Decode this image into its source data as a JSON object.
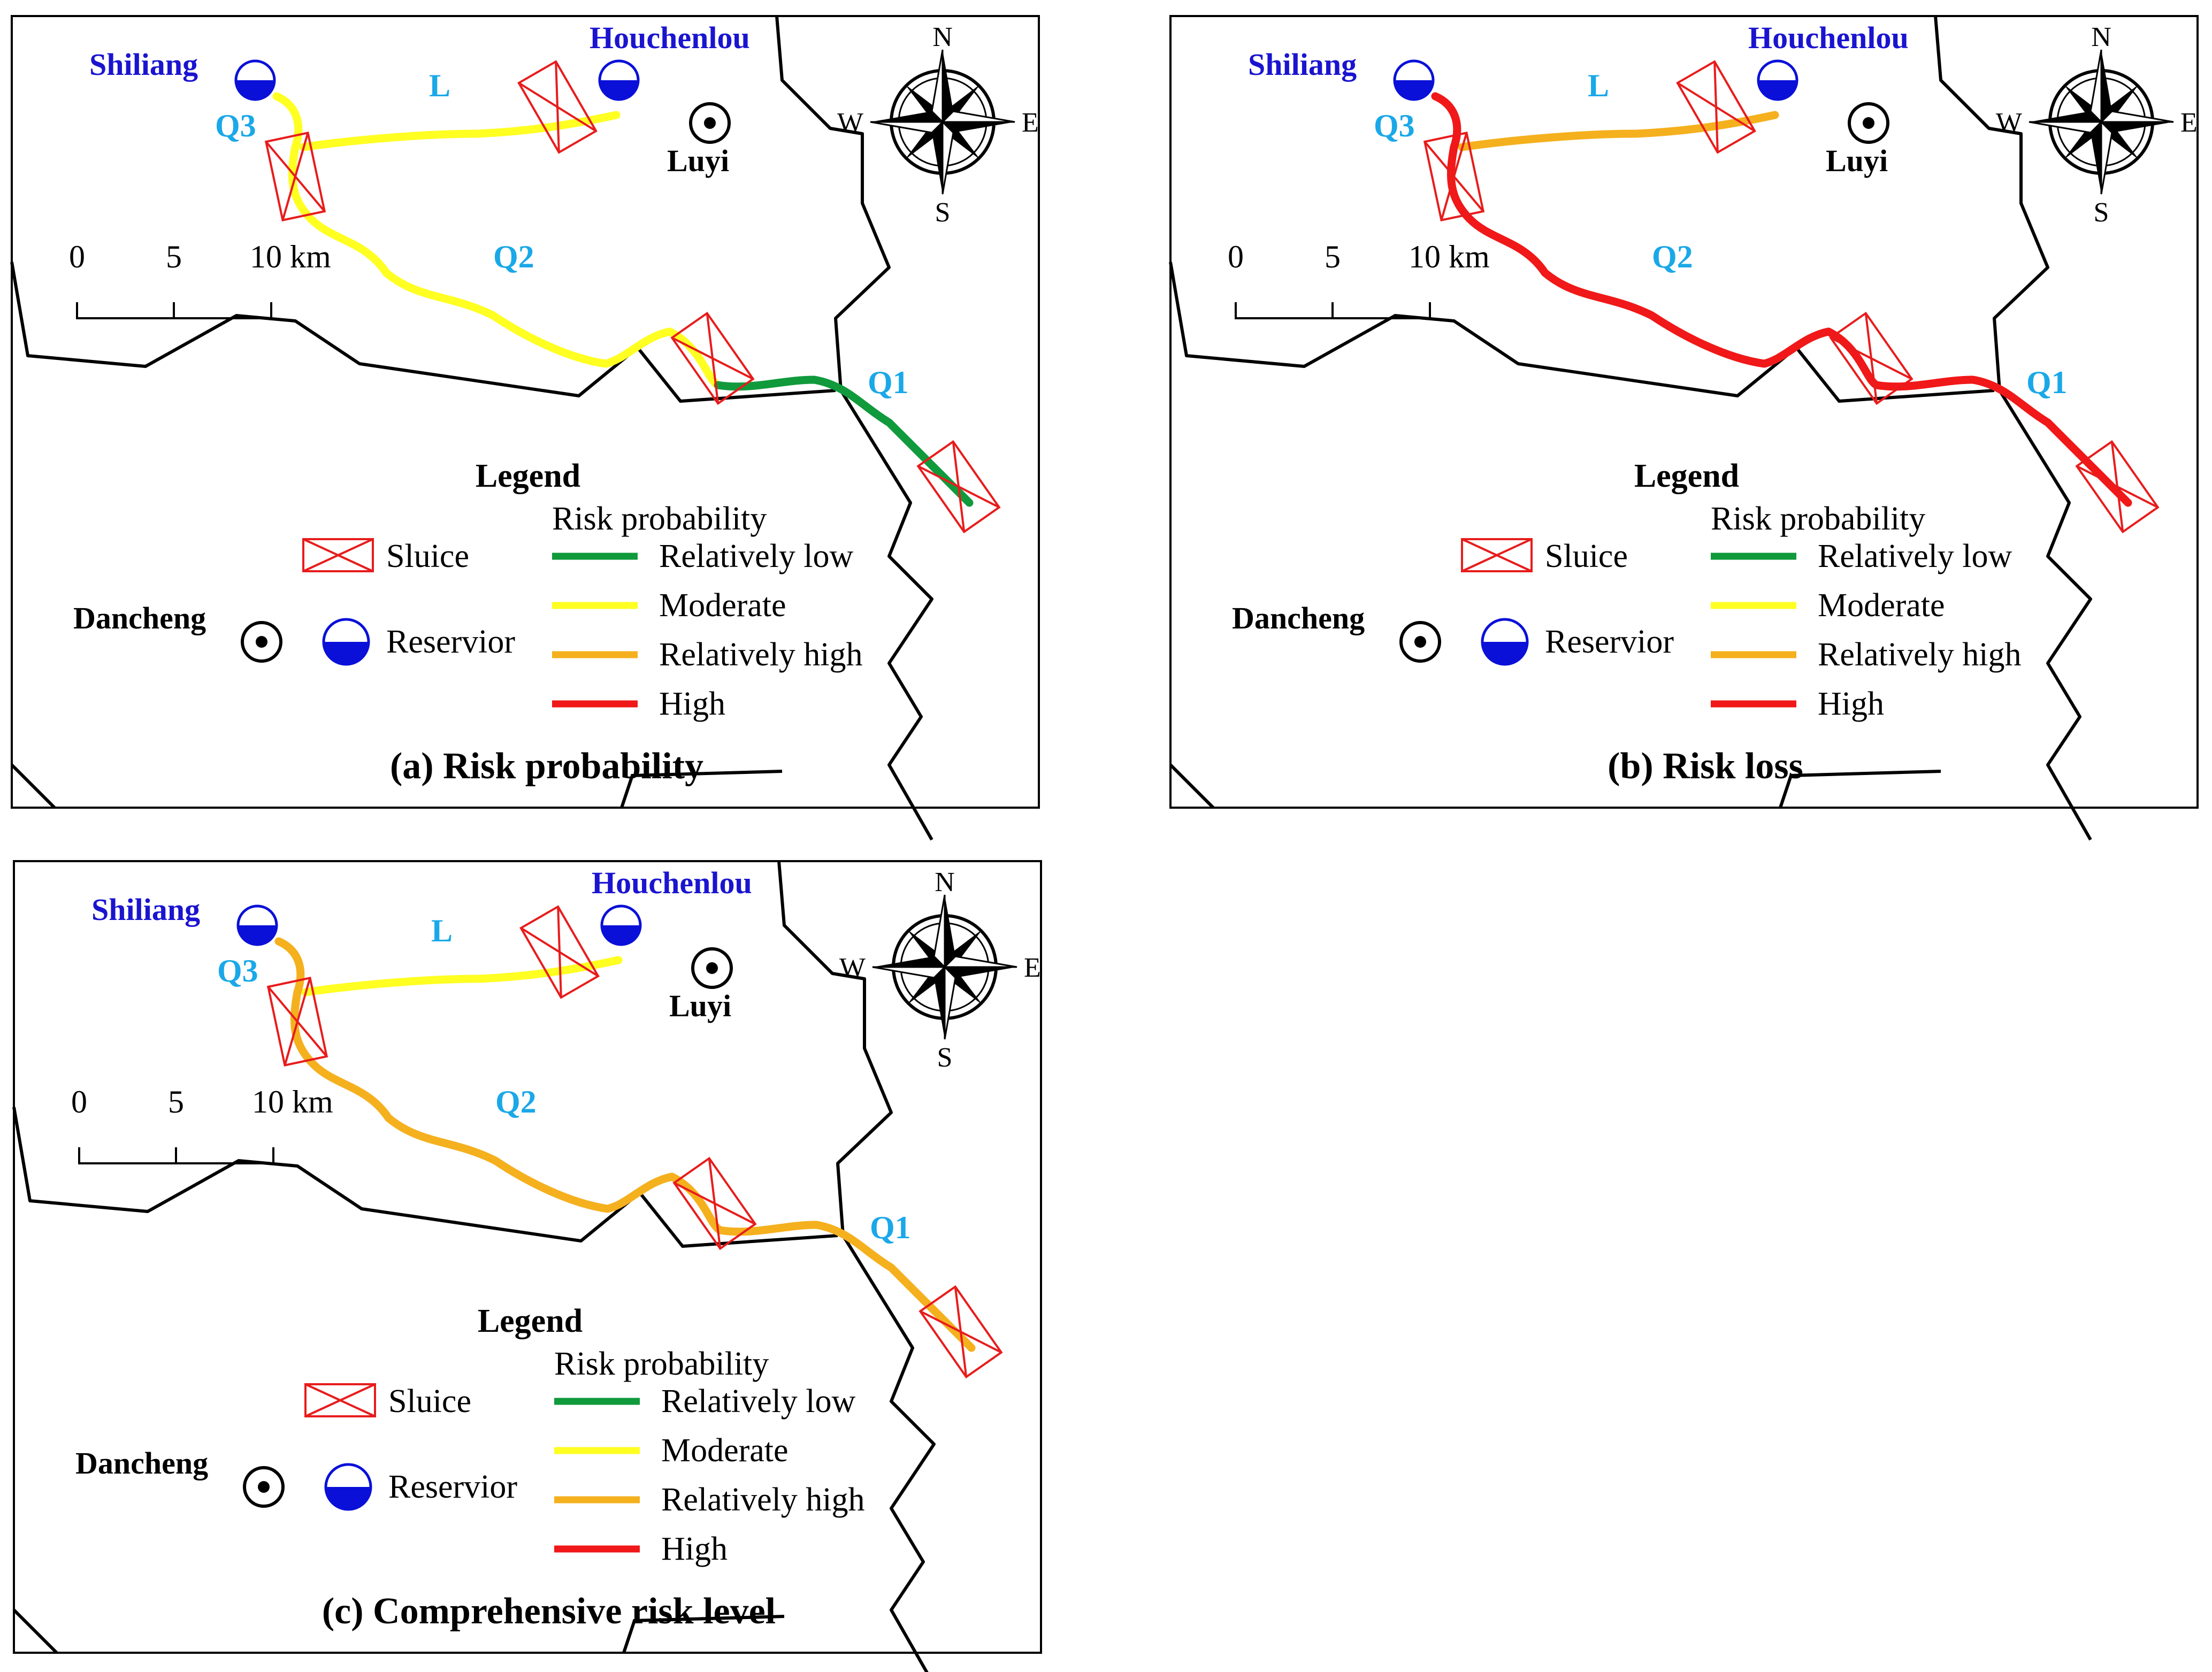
{
  "colors": {
    "relatively_low": "#109a3c",
    "moderate": "#ffff22",
    "relatively_high": "#f5b01e",
    "high": "#f01818",
    "sluice": "#e81c1c",
    "reservoir": "#0a10d8",
    "place_blue": "#1a14d0",
    "segment_label": "#1aa8e8",
    "boundary": "#000000"
  },
  "labels": {
    "shiliang": "Shiliang",
    "houchenlou": "Houchenlou",
    "luyi": "Luyi",
    "dancheng": "Dancheng",
    "seg_L": "L",
    "seg_Q1": "Q1",
    "seg_Q2": "Q2",
    "seg_Q3": "Q3",
    "compass_N": "N",
    "compass_S": "S",
    "compass_E": "E",
    "compass_W": "W",
    "scale_0": "0",
    "scale_5": "5",
    "scale_10": "10 km"
  },
  "legend": {
    "title": "Legend",
    "sluice": "Sluice",
    "reservoir": "Reservior",
    "subtitle": "Risk probability",
    "levels": [
      {
        "key": "relatively_low",
        "label": "Relatively low"
      },
      {
        "key": "moderate",
        "label": "Moderate"
      },
      {
        "key": "relatively_high",
        "label": "Relatively high"
      },
      {
        "key": "high",
        "label": "High"
      }
    ]
  },
  "panels": [
    {
      "id": "a",
      "title": "(a) Risk probability",
      "segments": {
        "L": "moderate",
        "Q3": "moderate",
        "Q2": "moderate",
        "Q1": "relatively_low"
      }
    },
    {
      "id": "b",
      "title": "(b) Risk loss",
      "segments": {
        "L": "relatively_high",
        "Q3": "high",
        "Q2": "high",
        "Q1": "high"
      }
    },
    {
      "id": "c",
      "title": "(c) Comprehensive risk level",
      "segments": {
        "L": "moderate",
        "Q3": "relatively_high",
        "Q2": "relatively_high",
        "Q1": "relatively_high"
      }
    }
  ]
}
